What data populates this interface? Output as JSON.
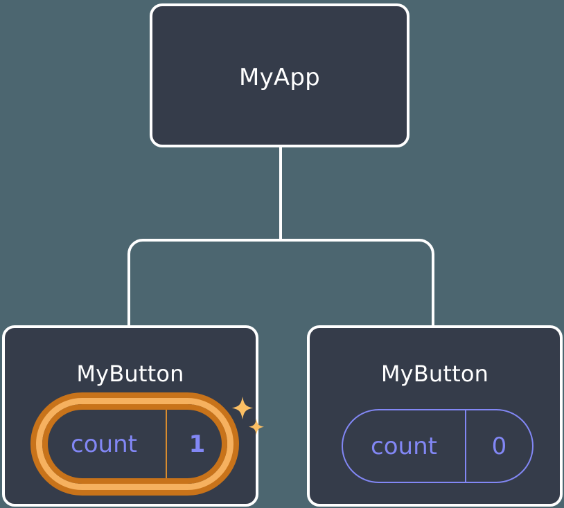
{
  "diagram": {
    "type": "component-tree",
    "background_color": "#4c6670",
    "node_fill_color": "#353c4a",
    "node_border_color": "#ffffff",
    "edge_color": "#ffffff",
    "accent_highlight_color": "#f6b15f",
    "accent_highlight_outer_color": "#c8731a",
    "state_text_color": "#8287f5",
    "title_text_color": "#ffffff",
    "root": {
      "label": "MyApp"
    },
    "children": [
      {
        "label": "MyButton",
        "state": {
          "key": "count",
          "value": "1"
        },
        "highlighted": true,
        "sparkle_icon": "sparkles-icon"
      },
      {
        "label": "MyButton",
        "state": {
          "key": "count",
          "value": "0"
        },
        "highlighted": false
      }
    ]
  }
}
